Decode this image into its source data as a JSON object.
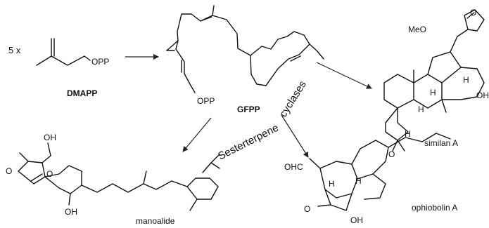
{
  "labels": {
    "multiplier": "5 x",
    "dmapp": "DMAPP",
    "gfpp": "GFPP",
    "similan": "similan A",
    "manoalide": "manoalide",
    "ophiobolin": "ophiobolin A",
    "sesterterpene": "Sesterterpene",
    "cyclases": "cyclases"
  },
  "atoms": {
    "opp": "OPP",
    "meo": "MeO",
    "oh": "OH",
    "h": "H",
    "o": "O",
    "cho": "OHC"
  }
}
